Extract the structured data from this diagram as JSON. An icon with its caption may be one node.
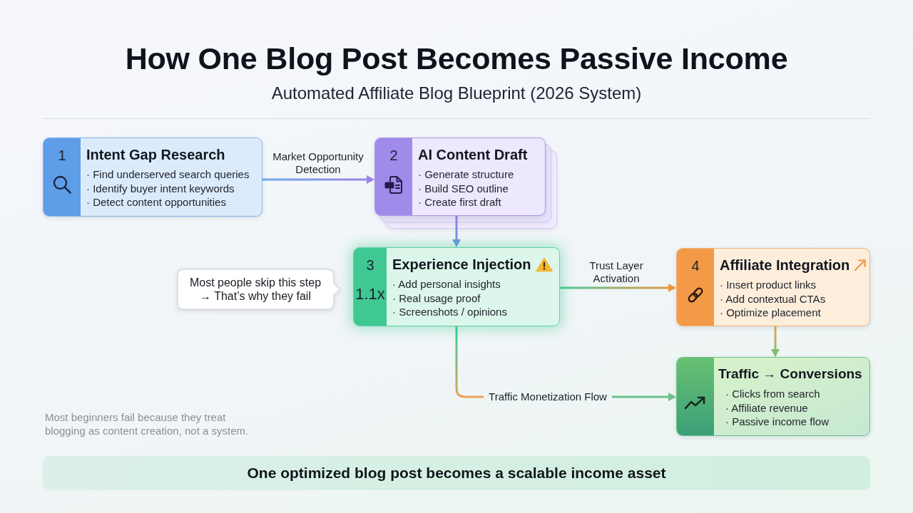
{
  "diagram": {
    "title": "How One Blog Post Becomes Passive Income",
    "nodes": [
      {
        "text": [
          "1",
          "Intent Gap Research",
          "· Find underserved search queries",
          "· Identify buyer intent keywords",
          "· Detect content opportunities"
        ]
      },
      {
        "text": [
          "2",
          "AI Content Draft",
          "· Generate structure",
          "· Build SEO outline",
          "· Create first draft"
        ]
      },
      {
        "text": [
          "Most people skip this step",
          "→ That’s why they fail"
        ]
      },
      {
        "text": [
          "3",
          "1.1x",
          "Experience Injection",
          "· Add personal insights",
          "· Real usage proof",
          "· Screenshots / opinions"
        ]
      },
      {
        "text": [
          "4",
          "Affiliate Integration",
          "· Insert product links",
          "· Add contextual CTAs",
          "· Optimize placement"
        ]
      },
      {
        "text": [
          "Traffic → Conversions",
          "· Clicks from search",
          "· Affiliate revenue",
          "· Passive income flow"
        ]
      },
      {
        "text": [
          "One optimized blog post becomes a scalable income asset"
        ]
      }
    ],
    "edges": [
      {
        "from": 0,
        "to": 1,
        "arrow": "to",
        "label": "Market Opportunity Detection"
      },
      {
        "from": 1,
        "to": 3,
        "arrow": "to"
      },
      {
        "from": 3,
        "to": 4,
        "arrow": "to",
        "label": "Trust Layer Activation"
      },
      {
        "from": 4,
        "to": 5,
        "arrow": "to"
      },
      {
        "from": 3,
        "to": 5,
        "arrow": "to",
        "label": "Traffic Monetization Flow"
      }
    ],
    "labels": [
      "Automated Affiliate Blog Blueprint (2026 System)",
      "Most beginners fail because they treat blogging as content creation, not a system."
    ]
  }
}
